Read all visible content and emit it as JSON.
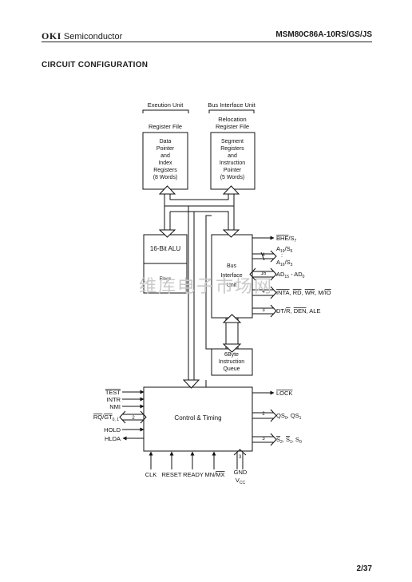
{
  "header": {
    "brand": "OKI",
    "brand_suffix": " Semiconductor",
    "part_number": "MSM80C86A-10RS/GS/JS"
  },
  "section_title": "CIRCUIT  CONFIGURATION",
  "page_number": "2/37",
  "watermark": "维库电子市场网",
  "diagram": {
    "eu_label": "Exeution Unit",
    "biu_label": "Bus Interface Unit",
    "register_file": "Register File",
    "relocation_register_file": [
      "Relocation",
      "Register File"
    ],
    "data_pointer_box": [
      "Data",
      "Pointer",
      "and",
      "Index",
      "Registers",
      "(8 Words)"
    ],
    "segment_box": [
      "Segment",
      "Registers",
      "and",
      "Instruction",
      "Pointer",
      "(5 Words)"
    ],
    "alu": "16-Bit ALU",
    "flags": "Flags",
    "biu_box": [
      "Bus",
      "Interface",
      "Unit"
    ],
    "queue_box": [
      "6Byte",
      "Instruction",
      "Queue"
    ],
    "control_timing": "Control & Timing",
    "right_signals": {
      "bhe_s7": "BHE/S7",
      "a19_s6": "A19/S6",
      "dots": ":",
      "a16_s3": "A16/S3",
      "ad15_ad0": "AD15 - AD0",
      "inta_group": "INTA, RD, WR, M/IO",
      "dtr_group": "DT/R, DEN, ALE",
      "lock": "LOCK",
      "qs_group": "QS0, QS1",
      "s_group": "S2, S1, S0"
    },
    "bus_widths": {
      "a_bus": "4",
      "ad_bus": "16",
      "inta_bus": "4",
      "dtr_bus": "3",
      "qs_bus": "2",
      "s_bus": "3",
      "rqgt_bus": "2",
      "gnd_bus": "3"
    },
    "left_signals": {
      "test": "TEST",
      "intr": "INTR",
      "nmi": "NMI",
      "rqgt": "RQ/GT0, 1",
      "hold": "HOLD",
      "hlda": "HLDA"
    },
    "bottom_signals": {
      "clk": "CLK",
      "reset": "RESET",
      "ready": "READY",
      "mnmx": "MN/MX",
      "gnd": "GND",
      "vcc": "VCC"
    }
  }
}
